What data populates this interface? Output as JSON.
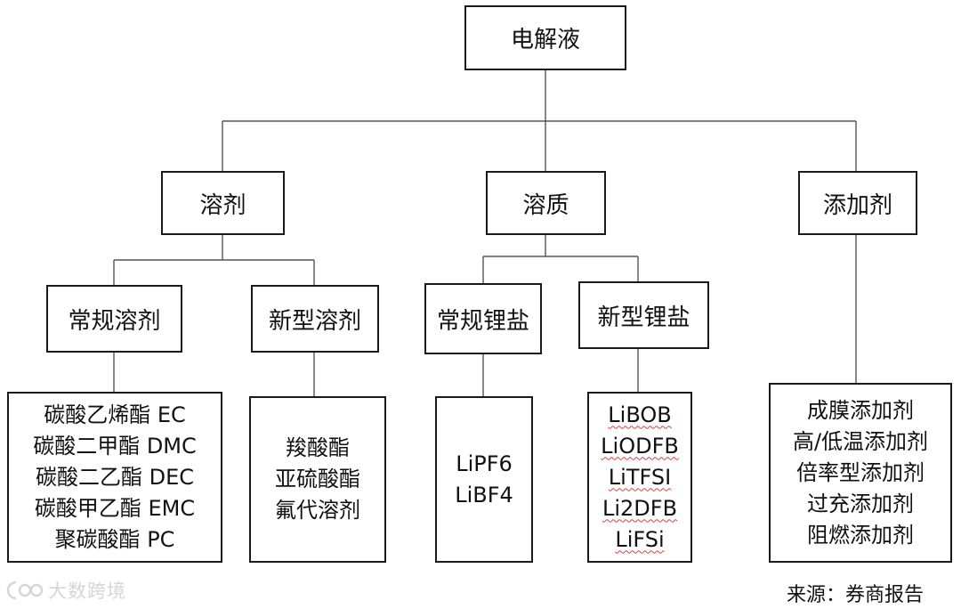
{
  "root": "电解液",
  "categories": {
    "solvent": "溶剂",
    "solute": "溶质",
    "additive": "添加剂"
  },
  "subcategories": {
    "conventional_solvent": "常规溶剂",
    "new_solvent": "新型溶剂",
    "conventional_salt": "常规锂盐",
    "new_salt": "新型锂盐"
  },
  "leaves": {
    "conventional_solvent": [
      "碳酸乙烯酯 EC",
      "碳酸二甲酯 DMC",
      "碳酸二乙酯 DEC",
      "碳酸甲乙酯 EMC",
      "聚碳酸酯 PC"
    ],
    "new_solvent": [
      "羧酸酯",
      "亚硫酸酯",
      "氟代溶剂"
    ],
    "conventional_salt": [
      "LiPF6",
      "LiBF4"
    ],
    "new_salt": [
      "LiBOB",
      "LiODFB",
      "LiTFSI",
      "Li2DFB",
      "LiFSi"
    ],
    "additive": [
      "成膜添加剂",
      "高/低温添加剂",
      "倍率型添加剂",
      "过充添加剂",
      "阻燃添加剂"
    ]
  },
  "source": "来源：券商报告",
  "watermark": "大数跨境",
  "colors": {
    "line": "#1a1a1a",
    "spellcheck": "#d94040",
    "watermark": "#d6d6d6"
  }
}
